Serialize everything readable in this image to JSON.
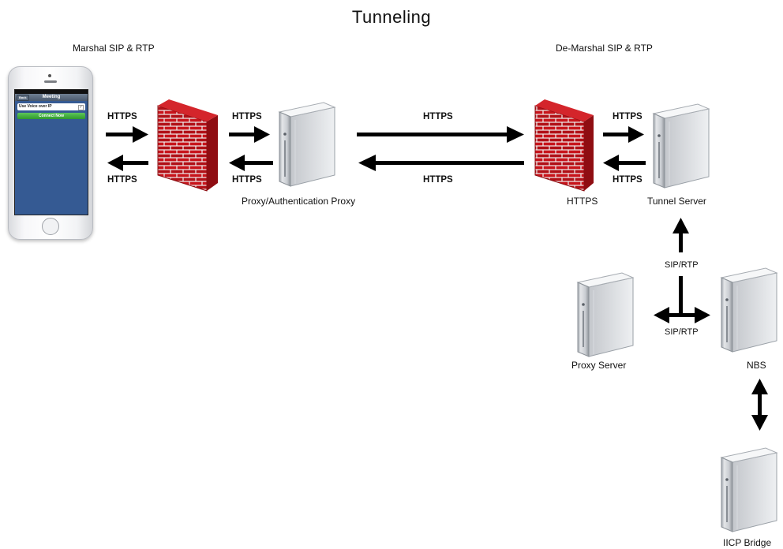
{
  "title": "Tunneling",
  "labels": {
    "marshal": "Marshal SIP & RTP",
    "demarshal": "De-Marshal SIP & RTP",
    "https": "HTTPS",
    "sip_rtp": "SIP/RTP"
  },
  "nodes": {
    "proxy_auth": "Proxy/Authentication Proxy",
    "firewall_right": "HTTPS",
    "tunnel_server": "Tunnel Server",
    "proxy_server": "Proxy Server",
    "nbs": "NBS",
    "iicp_bridge": "IICP Bridge"
  },
  "phone": {
    "nav_title": "Meeting",
    "back_label": "Back",
    "toggle_label": "Use Voice over IP",
    "connect_label": "Connect Now"
  },
  "colors": {
    "firewall_brick": "#c8141b",
    "firewall_mortar": "#f2f2f2",
    "phone_screen": "#355a93",
    "arrow": "#000000"
  }
}
